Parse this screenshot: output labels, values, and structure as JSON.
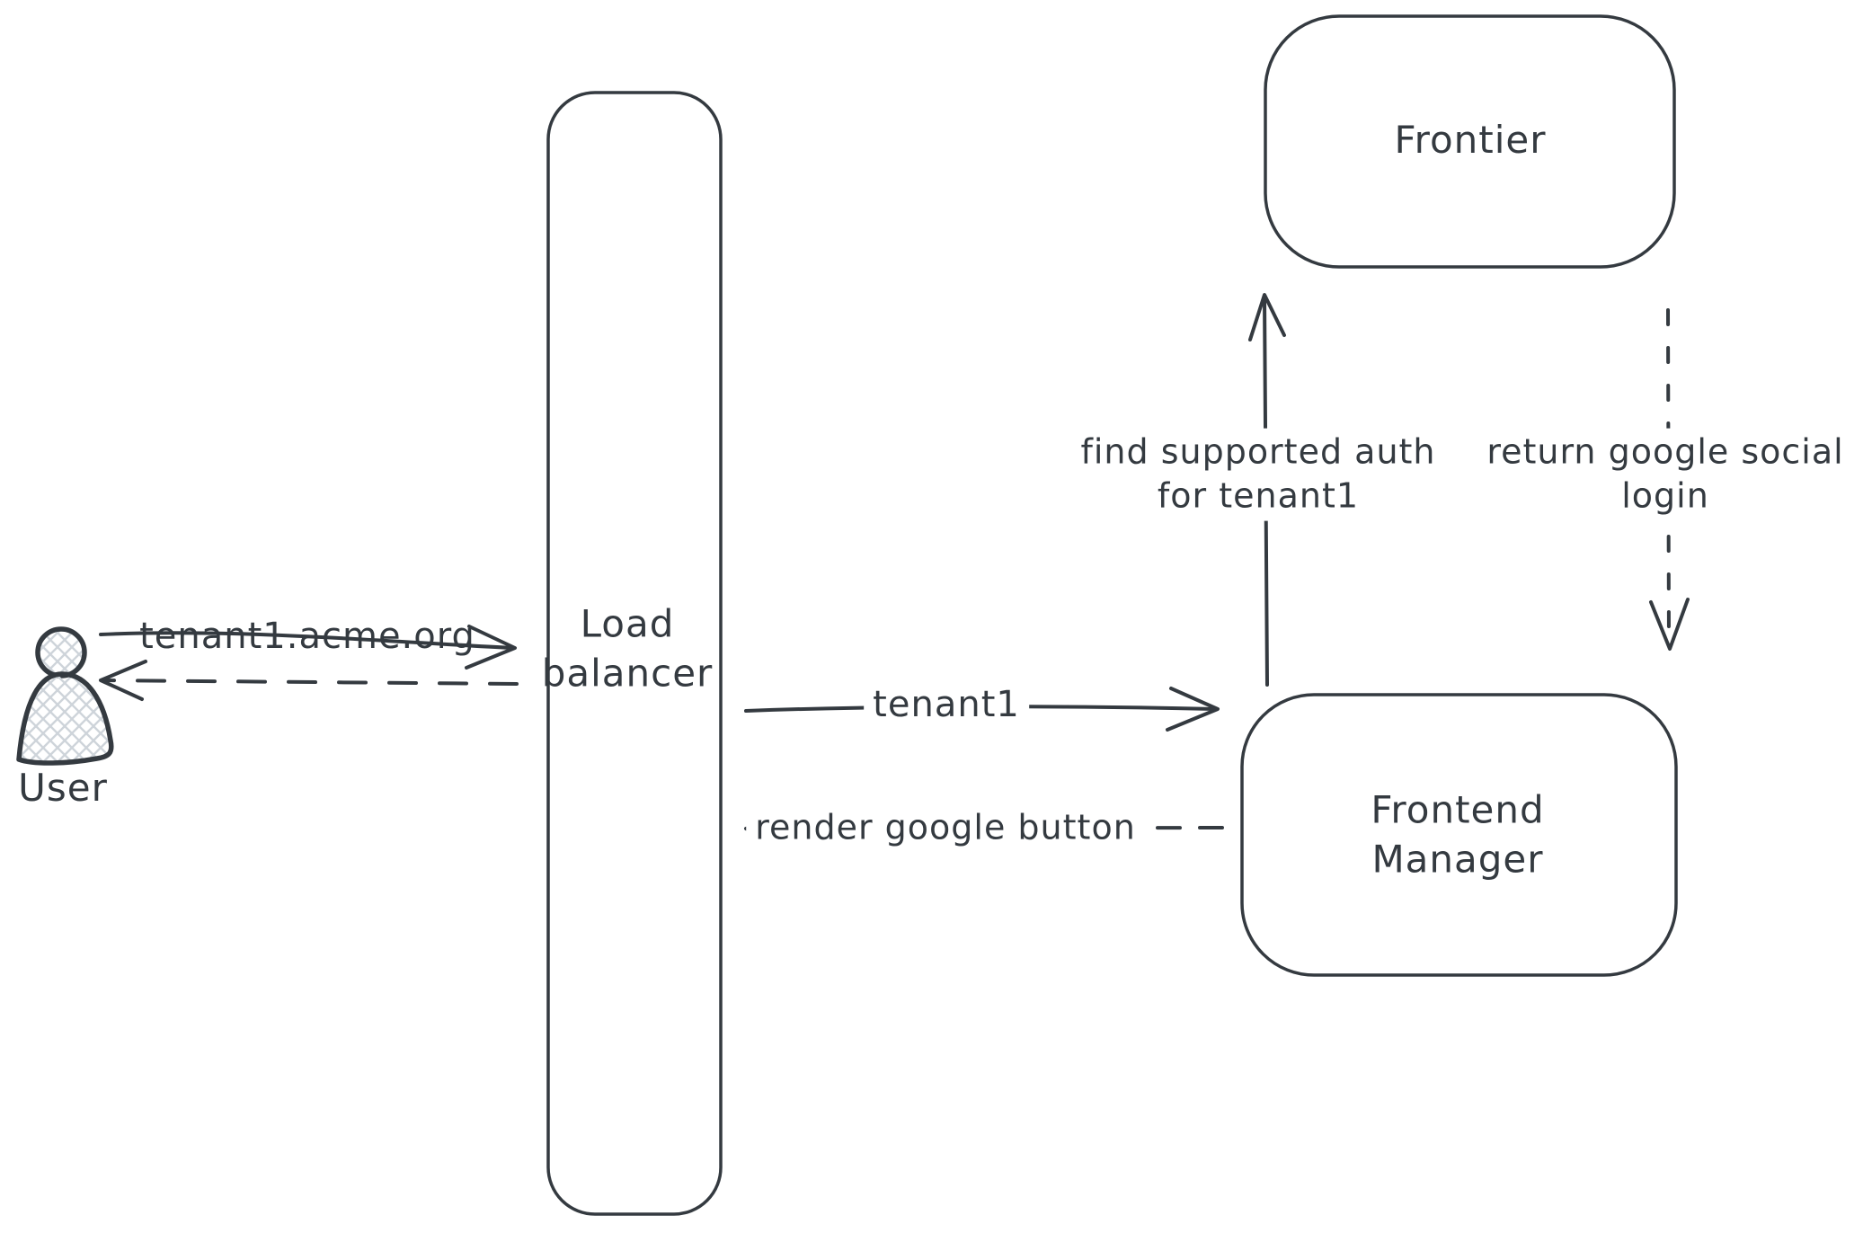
{
  "diagram": {
    "title": "tenant auth flow sketch",
    "background": "#ffffff",
    "stroke_color": "#343a40",
    "hatch_color": "#ced4da"
  },
  "nodes": {
    "user": {
      "label": "User"
    },
    "load_balancer": {
      "lines": [
        "Load",
        "balancer"
      ]
    },
    "frontier": {
      "label": "Frontier"
    },
    "frontend_manager": {
      "lines": [
        "Frontend",
        "Manager"
      ]
    }
  },
  "edges": {
    "tenant1_acme_org": {
      "label": "tenant1.acme.org",
      "style": "solid",
      "from": "user",
      "to": "load_balancer"
    },
    "response_to_user": {
      "style": "dashed",
      "from": "load_balancer",
      "to": "user"
    },
    "tenant1": {
      "label": "tenant1",
      "style": "solid",
      "from": "load_balancer",
      "to": "frontend_manager"
    },
    "render_google_button": {
      "label": "render google button",
      "style": "dashed",
      "from": "frontend_manager",
      "to": "load_balancer"
    },
    "find_supported_auth": {
      "lines": [
        "find supported auth",
        "for tenant1"
      ],
      "style": "solid",
      "from": "frontend_manager",
      "to": "frontier"
    },
    "return_google_social_login": {
      "lines": [
        "return google social",
        "login"
      ],
      "style": "dashed",
      "from": "frontier",
      "to": "frontend_manager"
    }
  }
}
